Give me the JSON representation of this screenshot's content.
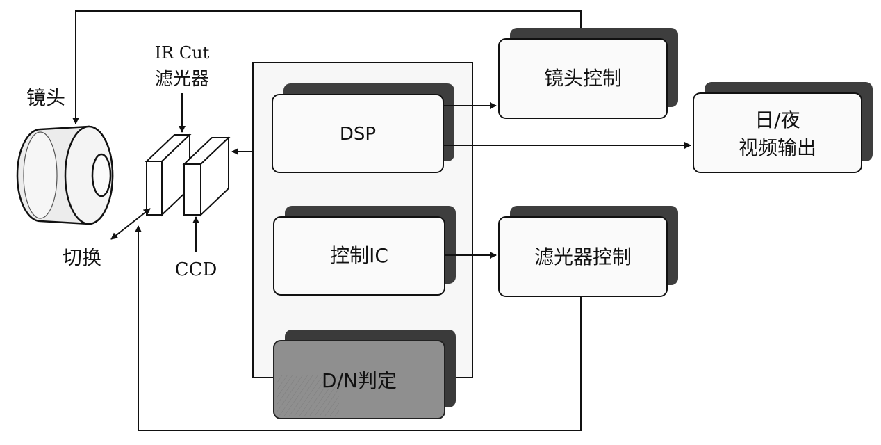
{
  "labels": {
    "lens": "镜头",
    "ircut_line1": "IR Cut",
    "ircut_line2": "滤光器",
    "switch": "切换",
    "ccd": "CCD"
  },
  "blocks": {
    "dsp": "DSP",
    "control_ic": "控制IC",
    "dn_judge": "D/N判定",
    "lens_control": "镜头控制",
    "day_night_line1": "日/夜",
    "day_night_line2": "视频输出",
    "filter_control": "滤光器控制"
  }
}
